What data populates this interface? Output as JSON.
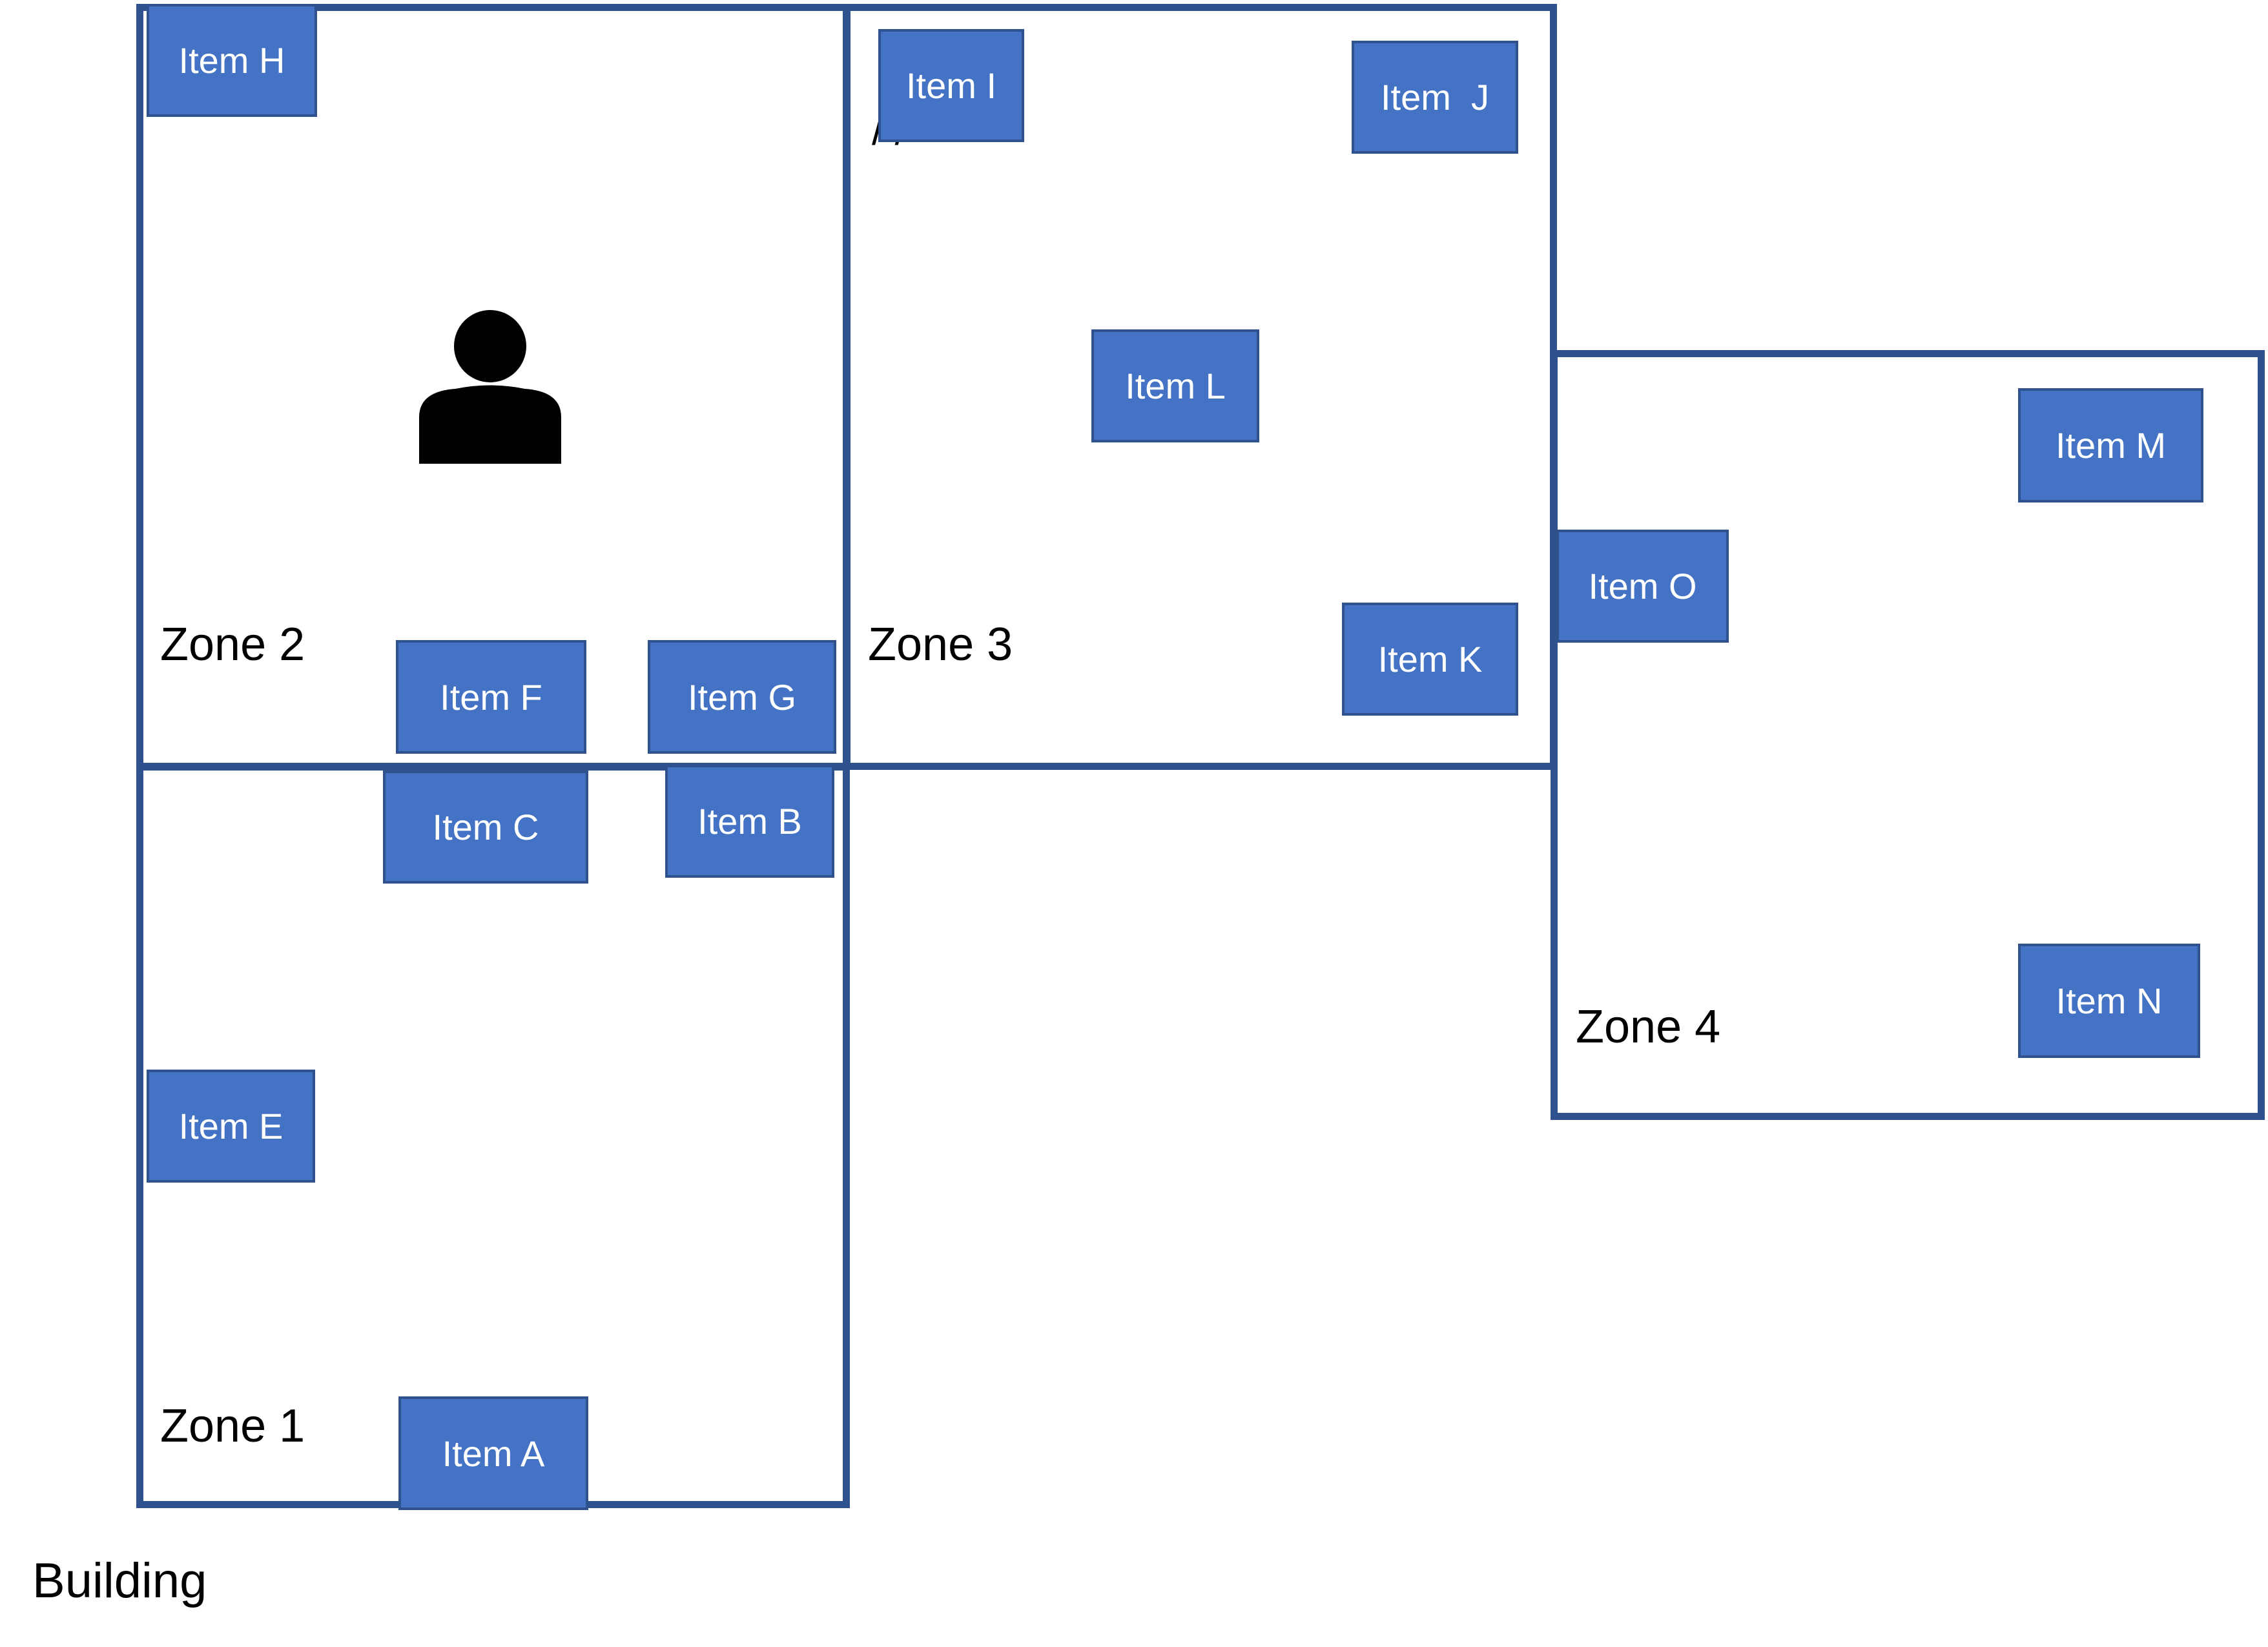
{
  "zones": {
    "zone1": "Zone 1",
    "zone2": "Zone 2",
    "zone3": "Zone 3",
    "zone4": "Zone 4"
  },
  "items": {
    "a": "Item A",
    "b": "Item B",
    "c": "Item C",
    "e": "Item E",
    "f": "Item F",
    "g": "Item G",
    "h": "Item H",
    "i": "Item I",
    "j": "Item  J",
    "k": "Item K",
    "l": "Item L",
    "m": "Item M",
    "n": "Item N",
    "o": "Item O"
  },
  "building_label": "Building",
  "icons": {
    "person": "person-icon"
  },
  "colors": {
    "zone_border": "#2F528F",
    "item_fill": "#4472C4",
    "item_border": "#2F528F",
    "item_text": "#FFFFFF"
  }
}
